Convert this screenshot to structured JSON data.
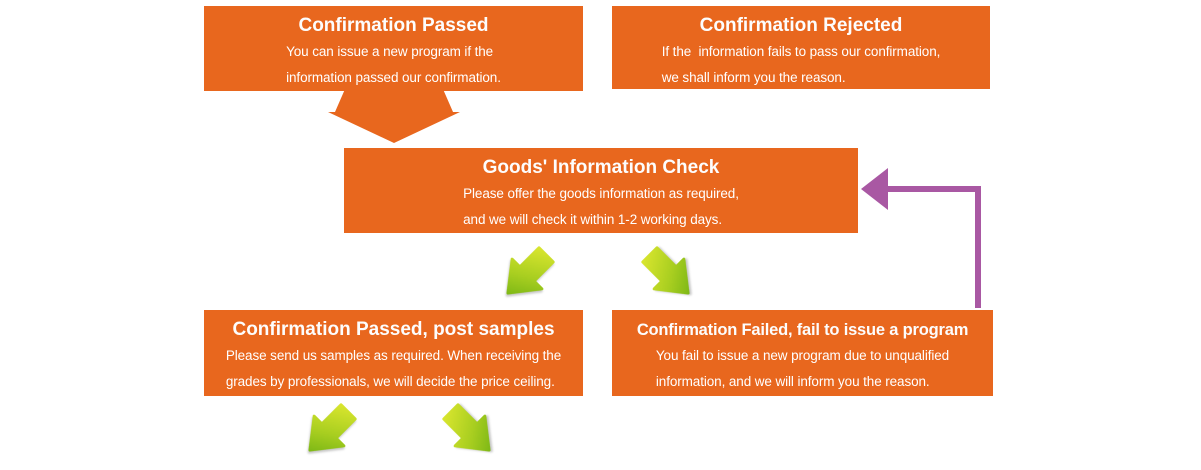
{
  "diagram": {
    "nodes": {
      "confirmation_passed": {
        "title": "Confirmation Passed",
        "body": "You can issue a new program if the\ninformation passed our confirmation."
      },
      "confirmation_rejected": {
        "title": "Confirmation Rejected",
        "body": "If the  information fails to pass our confirmation,\nwe shall inform you the reason."
      },
      "goods_information_check": {
        "title": "Goods' Information Check",
        "body": "Please offer the goods information as required,\nand we will check it within 1-2 working days."
      },
      "confirmation_passed_post_samples": {
        "title": "Confirmation Passed, post samples",
        "body": "Please send us samples as required. When receiving the\ngrades by professionals, we will decide the price ceiling."
      },
      "confirmation_failed": {
        "title": "Confirmation Failed, fail to issue a program",
        "body": "You fail to issue a new program due to unqualified\ninformation, and we will inform you the reason."
      }
    },
    "colors": {
      "box_orange": "#E8671E",
      "green_arrow_light": "#D8E52E",
      "green_arrow_mid": "#A8CE20",
      "green_arrow_dark": "#76B414",
      "purple_arrow": "#A958A3",
      "text_white": "#FFFFFF"
    }
  }
}
